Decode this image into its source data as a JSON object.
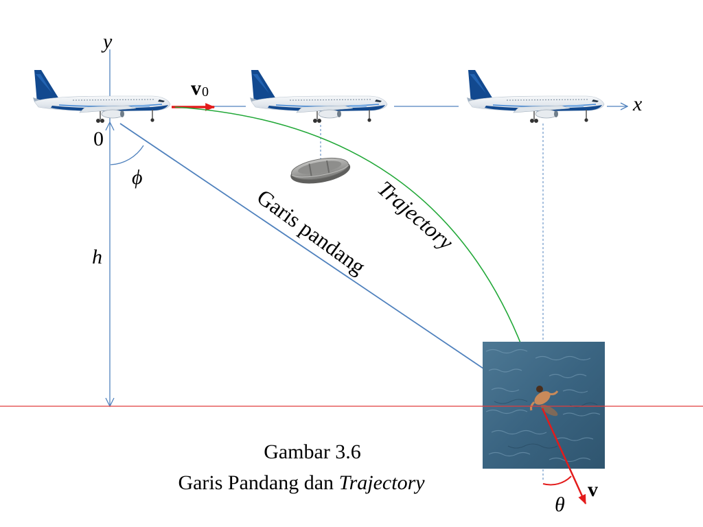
{
  "labels": {
    "axis_y": "y",
    "axis_x": "x",
    "origin": "0",
    "v0_main": "v",
    "v0_sub": "0",
    "phi": "ϕ",
    "h": "h",
    "line_of_sight": "Garis pandang",
    "trajectory": "Trajectory",
    "v_final": "v",
    "theta": "θ"
  },
  "caption": {
    "line1": "Gambar 3.6",
    "line2_regular": "Garis Pandang dan ",
    "line2_italic": "Trajectory"
  },
  "colors": {
    "axis": "#4f81bd",
    "sight_line": "#4f81bd",
    "trajectory": "#22a838",
    "velocity": "#e31b1b",
    "water_line": "#e03c3c",
    "plane_body": "#eef1f4",
    "plane_blue": "#12498f",
    "water": "#3f6a86",
    "raft": "#9a9a98"
  }
}
